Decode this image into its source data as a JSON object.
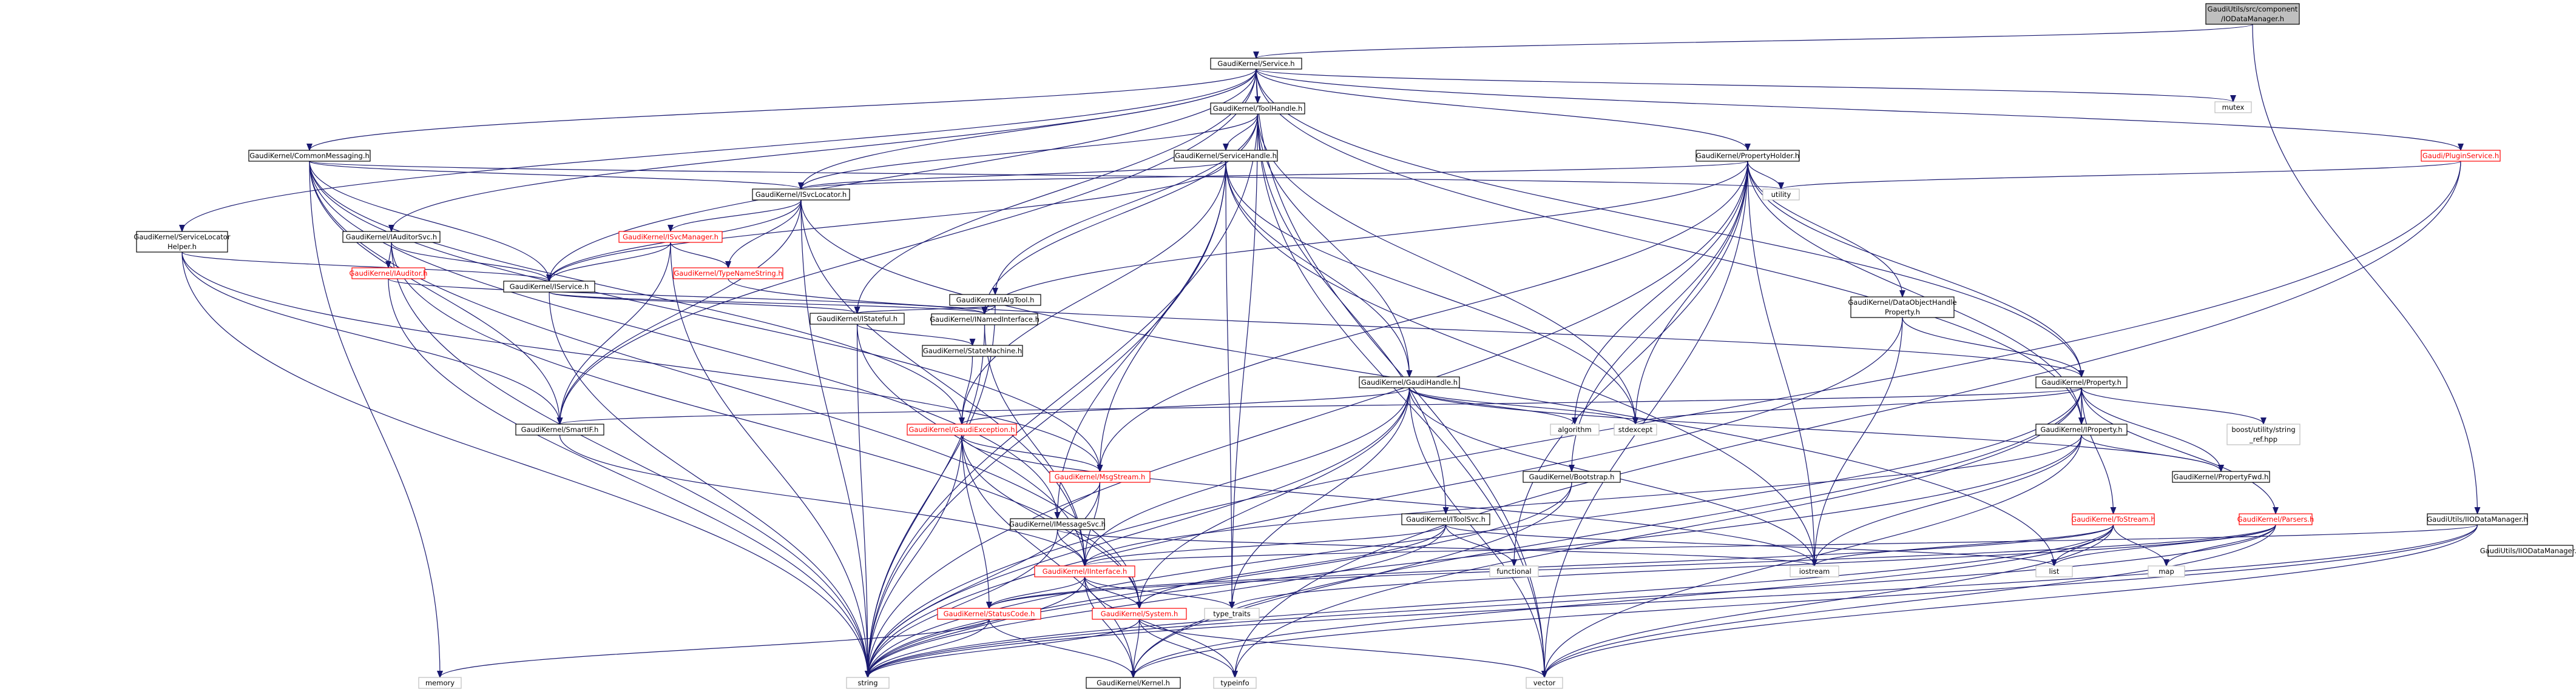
{
  "colors": {
    "edge": "#191970",
    "node_border": "#000000",
    "linked_text": "#000000",
    "missing_border": "#bfbfbf",
    "missing_text": "#000000",
    "partial_border": "#ff0000",
    "partial_text": "#ff0000",
    "root_fill": "#bfbfbf"
  },
  "nodes": [
    {
      "id": "root",
      "lines": [
        "GaudiUtils/src/component",
        "/IODataManager.h"
      ],
      "kind": "root"
    },
    {
      "id": "service",
      "lines": [
        "GaudiKernel/Service.h"
      ],
      "kind": "doc"
    },
    {
      "id": "iodmh",
      "lines": [
        "GaudiUtils/IIODataManager.h"
      ],
      "kind": "doc"
    },
    {
      "id": "toolhandle",
      "lines": [
        "GaudiKernel/ToolHandle.h"
      ],
      "kind": "doc"
    },
    {
      "id": "commsg",
      "lines": [
        "GaudiKernel/CommonMessaging.h"
      ],
      "kind": "doc"
    },
    {
      "id": "mutex",
      "lines": [
        "mutex"
      ],
      "kind": "std"
    },
    {
      "id": "propholder",
      "lines": [
        "GaudiKernel/PropertyHolder.h"
      ],
      "kind": "doc"
    },
    {
      "id": "pluginsvc",
      "lines": [
        "Gaudi/PluginService.h"
      ],
      "kind": "partial"
    },
    {
      "id": "svchandle",
      "lines": [
        "GaudiKernel/ServiceHandle.h"
      ],
      "kind": "doc"
    },
    {
      "id": "isvcloc",
      "lines": [
        "GaudiKernel/ISvcLocator.h"
      ],
      "kind": "doc"
    },
    {
      "id": "utility",
      "lines": [
        "utility"
      ],
      "kind": "std"
    },
    {
      "id": "svclochelper",
      "lines": [
        "GaudiKernel/ServiceLocator",
        "Helper.h"
      ],
      "kind": "doc"
    },
    {
      "id": "iauditorsvc",
      "lines": [
        "GaudiKernel/IAuditorSvc.h"
      ],
      "kind": "doc"
    },
    {
      "id": "isvcmanager",
      "lines": [
        "GaudiKernel/ISvcManager.h"
      ],
      "kind": "partial"
    },
    {
      "id": "ialgtool",
      "lines": [
        "GaudiKernel/IAlgTool.h"
      ],
      "kind": "doc"
    },
    {
      "id": "iauditor",
      "lines": [
        "GaudiKernel/IAuditor.h"
      ],
      "kind": "partial"
    },
    {
      "id": "iservice",
      "lines": [
        "GaudiKernel/IService.h"
      ],
      "kind": "doc"
    },
    {
      "id": "typenamestr",
      "lines": [
        "GaudiKernel/TypeNameString.h"
      ],
      "kind": "partial"
    },
    {
      "id": "istateful",
      "lines": [
        "GaudiKernel/IStateful.h"
      ],
      "kind": "doc"
    },
    {
      "id": "inamed",
      "lines": [
        "GaudiKernel/INamedInterface.h"
      ],
      "kind": "doc"
    },
    {
      "id": "dohp",
      "lines": [
        "GaudiKernel/DataObjectHandle",
        "Property.h"
      ],
      "kind": "doc"
    },
    {
      "id": "statemachine",
      "lines": [
        "GaudiKernel/StateMachine.h"
      ],
      "kind": "doc"
    },
    {
      "id": "gaudihandle",
      "lines": [
        "GaudiKernel/GaudiHandle.h"
      ],
      "kind": "doc"
    },
    {
      "id": "property",
      "lines": [
        "GaudiKernel/Property.h"
      ],
      "kind": "doc"
    },
    {
      "id": "smartif",
      "lines": [
        "GaudiKernel/SmartIF.h"
      ],
      "kind": "doc"
    },
    {
      "id": "gaudiexc",
      "lines": [
        "GaudiKernel/GaudiException.h"
      ],
      "kind": "partial"
    },
    {
      "id": "algorithm",
      "lines": [
        "algorithm"
      ],
      "kind": "std"
    },
    {
      "id": "stdexcept",
      "lines": [
        "stdexcept"
      ],
      "kind": "std"
    },
    {
      "id": "boostref",
      "lines": [
        "boost/utility/string",
        "_ref.hpp"
      ],
      "kind": "std"
    },
    {
      "id": "iproperty",
      "lines": [
        "GaudiKernel/IProperty.h"
      ],
      "kind": "doc"
    },
    {
      "id": "imsgstream",
      "lines": [
        "GaudiKernel/MsgStream.h"
      ],
      "kind": "partial"
    },
    {
      "id": "bootstrap",
      "lines": [
        "GaudiKernel/Bootstrap.h"
      ],
      "kind": "doc"
    },
    {
      "id": "propertyfwd",
      "lines": [
        "GaudiKernel/PropertyFwd.h"
      ],
      "kind": "doc"
    },
    {
      "id": "itoolsvc",
      "lines": [
        "GaudiKernel/IToolSvc.h"
      ],
      "kind": "doc"
    },
    {
      "id": "imessagesvc",
      "lines": [
        "GaudiKernel/IMessageSvc.h"
      ],
      "kind": "doc"
    },
    {
      "id": "tostream",
      "lines": [
        "GaudiKernel/ToStream.h"
      ],
      "kind": "partial"
    },
    {
      "id": "parsers",
      "lines": [
        "GaudiKernel/Parsers.h"
      ],
      "kind": "partial"
    },
    {
      "id": "iiodatamgr",
      "lines": [
        "GaudiUtils/IIODataManager.h"
      ],
      "kind": "doc"
    },
    {
      "id": "functional",
      "lines": [
        "functional"
      ],
      "kind": "std"
    },
    {
      "id": "iostream",
      "lines": [
        "iostream"
      ],
      "kind": "std"
    },
    {
      "id": "list",
      "lines": [
        "list"
      ],
      "kind": "std"
    },
    {
      "id": "map",
      "lines": [
        "map"
      ],
      "kind": "std"
    },
    {
      "id": "iinterface",
      "lines": [
        "GaudiKernel/IInterface.h"
      ],
      "kind": "partial"
    },
    {
      "id": "statuscode",
      "lines": [
        "GaudiKernel/StatusCode.h"
      ],
      "kind": "partial"
    },
    {
      "id": "system",
      "lines": [
        "GaudiKernel/System.h"
      ],
      "kind": "partial"
    },
    {
      "id": "typetraits",
      "lines": [
        "type_traits"
      ],
      "kind": "std"
    },
    {
      "id": "memory",
      "lines": [
        "memory"
      ],
      "kind": "std"
    },
    {
      "id": "string",
      "lines": [
        "string"
      ],
      "kind": "std"
    },
    {
      "id": "kernel",
      "lines": [
        "GaudiKernel/Kernel.h"
      ],
      "kind": "doc"
    },
    {
      "id": "typeinfo",
      "lines": [
        "typeinfo"
      ],
      "kind": "std"
    },
    {
      "id": "vector",
      "lines": [
        "vector"
      ],
      "kind": "std"
    }
  ],
  "edges": [
    [
      "root",
      "service"
    ],
    [
      "root",
      "iiodatamgr"
    ],
    [
      "service",
      "toolhandle"
    ],
    [
      "service",
      "commsg"
    ],
    [
      "service",
      "mutex"
    ],
    [
      "service",
      "propholder"
    ],
    [
      "service",
      "pluginsvc"
    ],
    [
      "service",
      "isvcloc"
    ],
    [
      "service",
      "svclochelper"
    ],
    [
      "service",
      "iauditorsvc"
    ],
    [
      "service",
      "iservice"
    ],
    [
      "service",
      "smartif"
    ],
    [
      "service",
      "property"
    ],
    [
      "service",
      "iproperty"
    ],
    [
      "service",
      "vector"
    ],
    [
      "service",
      "istateful"
    ],
    [
      "toolhandle",
      "svchandle"
    ],
    [
      "toolhandle",
      "ialgtool"
    ],
    [
      "toolhandle",
      "gaudihandle"
    ],
    [
      "toolhandle",
      "inamed"
    ],
    [
      "toolhandle",
      "isvcloc"
    ],
    [
      "toolhandle",
      "itoolsvc"
    ],
    [
      "toolhandle",
      "stdexcept"
    ],
    [
      "toolhandle",
      "typetraits"
    ],
    [
      "toolhandle",
      "string"
    ],
    [
      "toolhandle",
      "vector"
    ],
    [
      "commsg",
      "isvcloc"
    ],
    [
      "commsg",
      "iservice"
    ],
    [
      "commsg",
      "smartif"
    ],
    [
      "commsg",
      "imsgstream"
    ],
    [
      "commsg",
      "imessagesvc"
    ],
    [
      "commsg",
      "gaudiexc"
    ],
    [
      "commsg",
      "utility"
    ],
    [
      "commsg",
      "memory"
    ],
    [
      "commsg",
      "system"
    ],
    [
      "propholder",
      "utility"
    ],
    [
      "propholder",
      "iproperty"
    ],
    [
      "propholder",
      "property"
    ],
    [
      "propholder",
      "dohp"
    ],
    [
      "propholder",
      "inamed"
    ],
    [
      "propholder",
      "isvcloc"
    ],
    [
      "propholder",
      "bootstrap"
    ],
    [
      "propholder",
      "imsgstream"
    ],
    [
      "propholder",
      "algorithm"
    ],
    [
      "propholder",
      "stdexcept"
    ],
    [
      "propholder",
      "functional"
    ],
    [
      "propholder",
      "iostream"
    ],
    [
      "propholder",
      "vector"
    ],
    [
      "propholder",
      "string"
    ],
    [
      "pluginsvc",
      "utility"
    ],
    [
      "pluginsvc",
      "string"
    ],
    [
      "pluginsvc",
      "typeinfo"
    ],
    [
      "svchandle",
      "isvcloc"
    ],
    [
      "svchandle",
      "gaudihandle"
    ],
    [
      "svchandle",
      "iservice"
    ],
    [
      "svchandle",
      "gaudiexc"
    ],
    [
      "svchandle",
      "imsgstream"
    ],
    [
      "svchandle",
      "imessagesvc"
    ],
    [
      "svchandle",
      "stdexcept"
    ],
    [
      "svchandle",
      "typetraits"
    ],
    [
      "svchandle",
      "string"
    ],
    [
      "svchandle",
      "iostream"
    ],
    [
      "isvcloc",
      "isvcmanager"
    ],
    [
      "isvcloc",
      "iservice"
    ],
    [
      "isvcloc",
      "smartif"
    ],
    [
      "isvcloc",
      "typenamestr"
    ],
    [
      "isvcloc",
      "list"
    ],
    [
      "isvcloc",
      "string"
    ],
    [
      "isvcloc",
      "iinterface"
    ],
    [
      "svclochelper",
      "iservice"
    ],
    [
      "svclochelper",
      "smartif"
    ],
    [
      "svclochelper",
      "string"
    ],
    [
      "svclochelper",
      "imsgstream"
    ],
    [
      "iauditorsvc",
      "iauditor"
    ],
    [
      "iauditorsvc",
      "iservice"
    ],
    [
      "iauditorsvc",
      "string"
    ],
    [
      "iauditorsvc",
      "system"
    ],
    [
      "isvcmanager",
      "iservice"
    ],
    [
      "isvcmanager",
      "typenamestr"
    ],
    [
      "isvcmanager",
      "smartif"
    ],
    [
      "isvcmanager",
      "string"
    ],
    [
      "ialgtool",
      "inamed"
    ],
    [
      "ialgtool",
      "istateful"
    ],
    [
      "ialgtool",
      "string"
    ],
    [
      "iauditor",
      "inamed"
    ],
    [
      "iauditor",
      "string"
    ],
    [
      "iservice",
      "inamed"
    ],
    [
      "iservice",
      "istateful"
    ],
    [
      "iservice",
      "string"
    ],
    [
      "typenamestr",
      "property"
    ],
    [
      "istateful",
      "statemachine"
    ],
    [
      "istateful",
      "iinterface"
    ],
    [
      "istateful",
      "string"
    ],
    [
      "inamed",
      "iinterface"
    ],
    [
      "inamed",
      "string"
    ],
    [
      "statemachine",
      "gaudiexc"
    ],
    [
      "dohp",
      "property"
    ],
    [
      "dohp",
      "iostream"
    ],
    [
      "dohp",
      "string"
    ],
    [
      "gaudihandle",
      "gaudiexc"
    ],
    [
      "gaudihandle",
      "iinterface"
    ],
    [
      "gaudihandle",
      "system"
    ],
    [
      "gaudihandle",
      "algorithm"
    ],
    [
      "gaudihandle",
      "stdexcept"
    ],
    [
      "gaudihandle",
      "string"
    ],
    [
      "gaudihandle",
      "typetraits"
    ],
    [
      "gaudihandle",
      "vector"
    ],
    [
      "gaudihandle",
      "iostream"
    ],
    [
      "gaudihandle",
      "propertyfwd"
    ],
    [
      "property",
      "iproperty"
    ],
    [
      "property",
      "smartif"
    ],
    [
      "property",
      "stdexcept"
    ],
    [
      "property",
      "boostref"
    ],
    [
      "property",
      "propertyfwd"
    ],
    [
      "property",
      "tostream"
    ],
    [
      "property",
      "parsers"
    ],
    [
      "property",
      "string"
    ],
    [
      "property",
      "kernel"
    ],
    [
      "property",
      "typeinfo"
    ],
    [
      "smartif",
      "iinterface"
    ],
    [
      "gaudiexc",
      "imsgstream"
    ],
    [
      "gaudiexc",
      "statuscode"
    ],
    [
      "gaudiexc",
      "system"
    ],
    [
      "gaudiexc",
      "string"
    ],
    [
      "gaudiexc",
      "iostream"
    ],
    [
      "gaudiexc",
      "kernel"
    ],
    [
      "iproperty",
      "iinterface"
    ],
    [
      "iproperty",
      "propertyfwd"
    ],
    [
      "iproperty",
      "string"
    ],
    [
      "iproperty",
      "vector"
    ],
    [
      "iproperty",
      "iostream"
    ],
    [
      "imsgstream",
      "imessagesvc"
    ],
    [
      "imsgstream",
      "iinterface"
    ],
    [
      "imsgstream",
      "string"
    ],
    [
      "bootstrap",
      "string"
    ],
    [
      "bootstrap",
      "kernel"
    ],
    [
      "itoolsvc",
      "iinterface"
    ],
    [
      "itoolsvc",
      "functional"
    ],
    [
      "itoolsvc",
      "system"
    ],
    [
      "itoolsvc",
      "string"
    ],
    [
      "itoolsvc",
      "list"
    ],
    [
      "imessagesvc",
      "iinterface"
    ],
    [
      "imessagesvc",
      "string"
    ],
    [
      "imessagesvc",
      "iostream"
    ],
    [
      "tostream",
      "iostream"
    ],
    [
      "tostream",
      "list"
    ],
    [
      "tostream",
      "map"
    ],
    [
      "tostream",
      "string"
    ],
    [
      "tostream",
      "vector"
    ],
    [
      "tostream",
      "statuscode"
    ],
    [
      "tostream",
      "kernel"
    ],
    [
      "parsers",
      "list"
    ],
    [
      "parsers",
      "map"
    ],
    [
      "parsers",
      "string"
    ],
    [
      "parsers",
      "vector"
    ],
    [
      "parsers",
      "statuscode"
    ],
    [
      "parsers",
      "typetraits"
    ],
    [
      "iiodatamgr",
      "iinterface"
    ],
    [
      "iiodatamgr",
      "kernel"
    ],
    [
      "iiodatamgr",
      "string"
    ],
    [
      "iiodatamgr",
      "vector"
    ],
    [
      "iinterface",
      "statuscode"
    ],
    [
      "iinterface",
      "system"
    ],
    [
      "iinterface",
      "kernel"
    ],
    [
      "iinterface",
      "typetraits"
    ],
    [
      "iinterface",
      "typeinfo"
    ],
    [
      "iinterface",
      "string"
    ],
    [
      "statuscode",
      "kernel"
    ],
    [
      "statuscode",
      "string"
    ],
    [
      "statuscode",
      "memory"
    ],
    [
      "system",
      "kernel"
    ],
    [
      "system",
      "string"
    ],
    [
      "system",
      "vector"
    ],
    [
      "system",
      "typeinfo"
    ]
  ]
}
